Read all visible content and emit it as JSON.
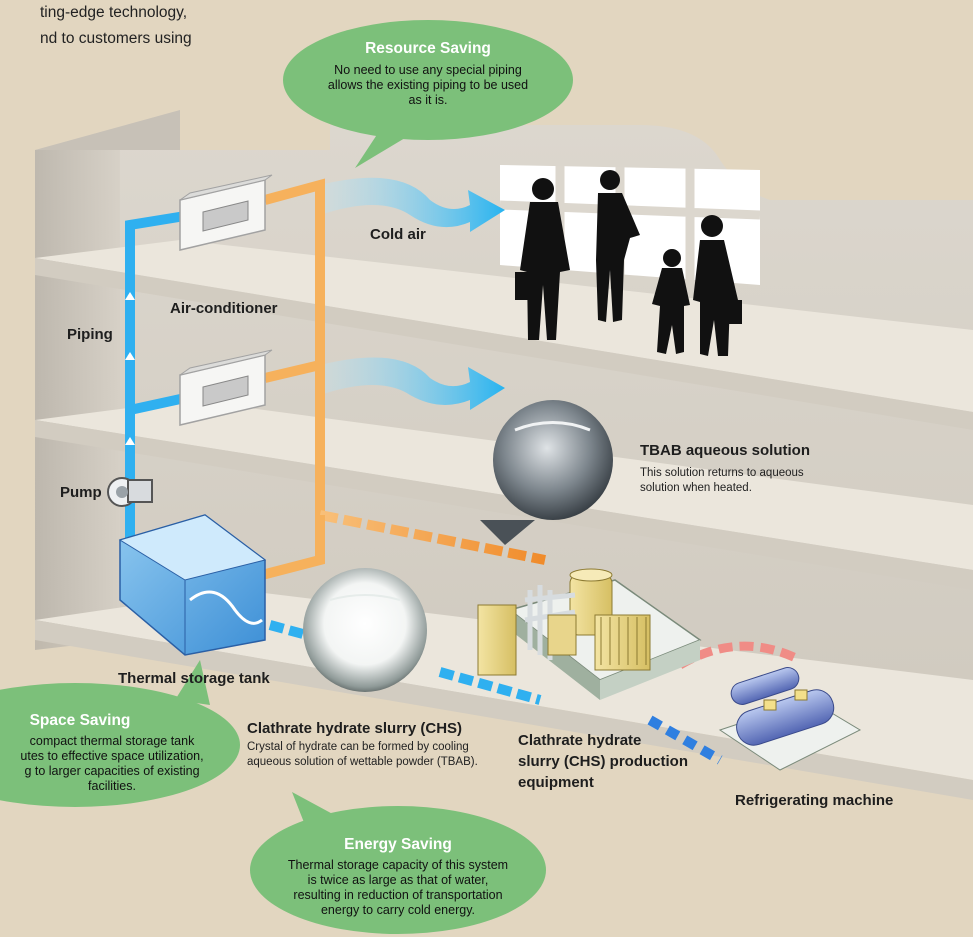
{
  "intro": {
    "line1": "ting-edge technology,",
    "line2": "nd to customers using"
  },
  "bubbles": {
    "resource": {
      "title": "Resource Saving",
      "text1": "No need to use any special piping",
      "text2": "allows the existing piping to be used",
      "text3": "as it is."
    },
    "space": {
      "title": "Space Saving",
      "text1": "compact thermal storage tank",
      "text2": "utes to effective space utilization,",
      "text3": "g to larger capacities of existing",
      "text4": "facilities."
    },
    "energy": {
      "title": "Energy Saving",
      "text1": "Thermal storage capacity of this system",
      "text2": "is twice as large as that of water,",
      "text3": "resulting in reduction of transportation",
      "text4": "energy to carry cold energy."
    }
  },
  "labels": {
    "cold_air": "Cold air",
    "air_conditioner": "Air-conditioner",
    "piping": "Piping",
    "pump": "Pump",
    "thermal_storage_tank": "Thermal storage tank",
    "tbab_title": "TBAB aqueous solution",
    "tbab_desc1": "This solution returns to aqueous",
    "tbab_desc2": "solution when heated.",
    "chs_title": "Clathrate hydrate slurry (CHS)",
    "chs_desc1": "Crystal of hydrate can be formed by cooling",
    "chs_desc2": "aqueous solution of wettable powder (TBAB).",
    "chs_equip1": "Clathrate hydrate",
    "chs_equip2": "slurry (CHS) production",
    "chs_equip3": "equipment",
    "refrigerating_machine": "Refrigerating machine"
  },
  "colors": {
    "background": "#e2d6c0",
    "bubble_green": "#7cc07a",
    "cold_pipe_blue": "#2fb0f0",
    "warm_pipe_orange": "#f6b15c",
    "floor": "#e9e4da",
    "wall": "#cfc9bf"
  }
}
